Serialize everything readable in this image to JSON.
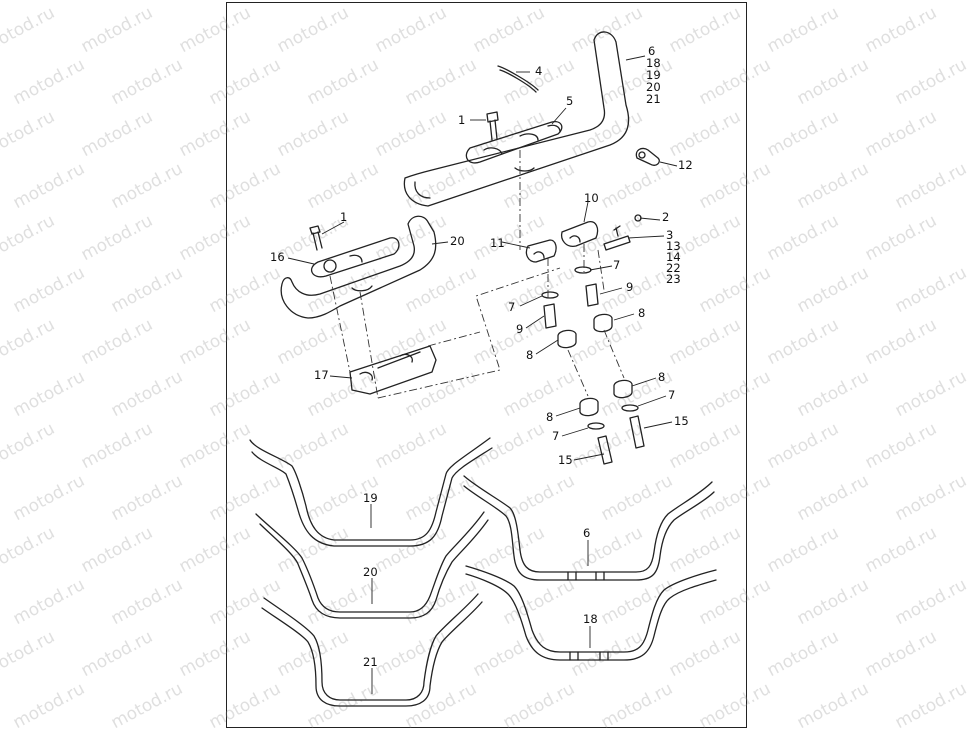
{
  "watermark": "motod.ru",
  "callouts": [
    {
      "id": "c-4",
      "text": "4"
    },
    {
      "id": "c-5",
      "text": "5"
    },
    {
      "id": "c-1a",
      "text": "1"
    },
    {
      "id": "c-6",
      "text": "6"
    },
    {
      "id": "c-18a",
      "text": "18"
    },
    {
      "id": "c-19a",
      "text": "19"
    },
    {
      "id": "c-20a",
      "text": "20"
    },
    {
      "id": "c-21a",
      "text": "21"
    },
    {
      "id": "c-12",
      "text": "12"
    },
    {
      "id": "c-1b",
      "text": "1"
    },
    {
      "id": "c-20b",
      "text": "20"
    },
    {
      "id": "c-16",
      "text": "16"
    },
    {
      "id": "c-10",
      "text": "10"
    },
    {
      "id": "c-2",
      "text": "2"
    },
    {
      "id": "c-3",
      "text": "3"
    },
    {
      "id": "c-13",
      "text": "13"
    },
    {
      "id": "c-14",
      "text": "14"
    },
    {
      "id": "c-22",
      "text": "22"
    },
    {
      "id": "c-23",
      "text": "23"
    },
    {
      "id": "c-11",
      "text": "11"
    },
    {
      "id": "c-7a",
      "text": "7"
    },
    {
      "id": "c-9a",
      "text": "9"
    },
    {
      "id": "c-7b",
      "text": "7"
    },
    {
      "id": "c-9b",
      "text": "9"
    },
    {
      "id": "c-8a",
      "text": "8"
    },
    {
      "id": "c-8b",
      "text": "8"
    },
    {
      "id": "c-17",
      "text": "17"
    },
    {
      "id": "c-8c",
      "text": "8"
    },
    {
      "id": "c-7c",
      "text": "7"
    },
    {
      "id": "c-8d",
      "text": "8"
    },
    {
      "id": "c-7d",
      "text": "7"
    },
    {
      "id": "c-15a",
      "text": "15"
    },
    {
      "id": "c-15b",
      "text": "15"
    },
    {
      "id": "c-19b",
      "text": "19"
    },
    {
      "id": "c-20c",
      "text": "20"
    },
    {
      "id": "c-21b",
      "text": "21"
    },
    {
      "id": "c-6b",
      "text": "6"
    },
    {
      "id": "c-18b",
      "text": "18"
    }
  ]
}
